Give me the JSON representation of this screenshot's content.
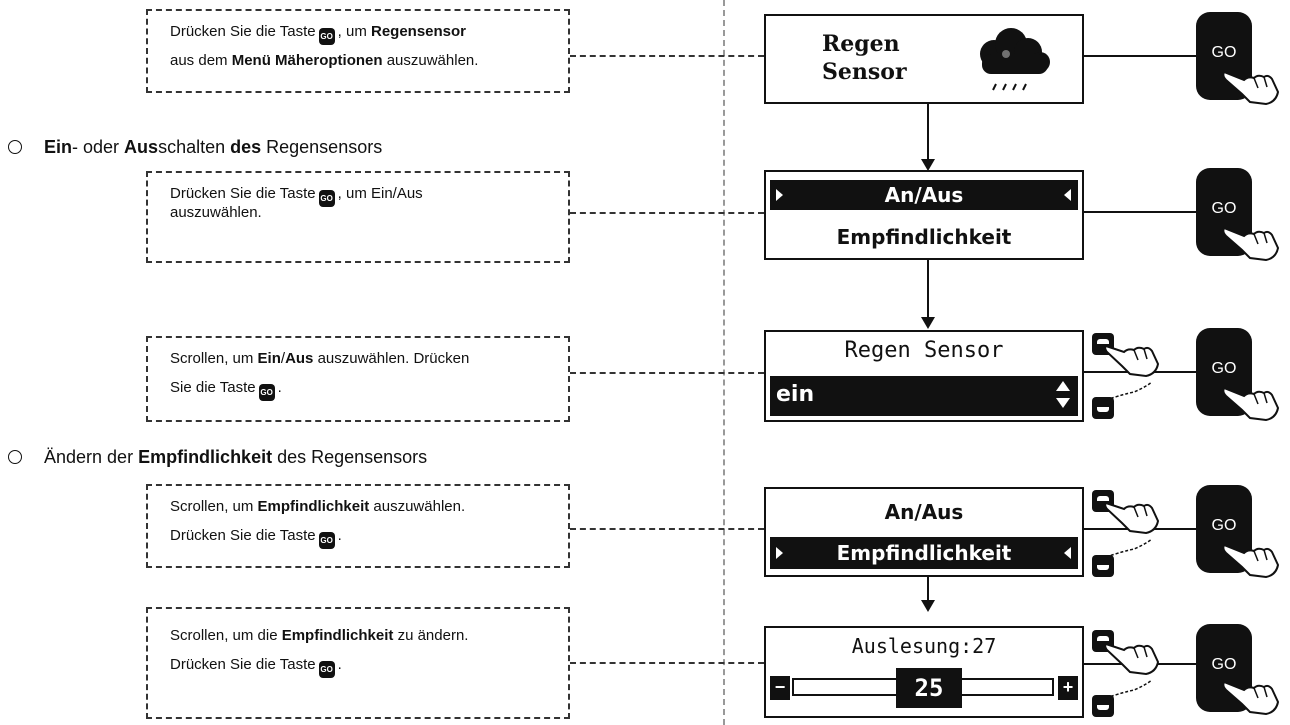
{
  "callouts": {
    "c1": {
      "pre": "Drücken Sie die Taste",
      "mid": ", um ",
      "bold1": "Regensensor",
      "l2pre": "aus dem ",
      "bold2": "Menü Mäheroptionen",
      "l2post": " auszuwählen."
    },
    "c2": {
      "pre": "Drücken Sie die Taste",
      "post": ", um Ein/Aus",
      "l2": "auszuwählen."
    },
    "c3": {
      "pre": "Scrollen, um ",
      "bold": "Ein",
      "slash": "/",
      "bold2": "Aus",
      "post": " auszuwählen. Drücken",
      "l2pre": "Sie die Taste",
      "l2post": "."
    },
    "c4": {
      "pre": "Scrollen, um ",
      "bold": "Empfindlichkeit",
      "post": " auszuwählen.",
      "l2pre": "Drücken Sie die Taste",
      "l2post": "."
    },
    "c5": {
      "pre": "Scrollen, um die ",
      "bold": "Empfindlichkeit",
      "post": " zu ändern.",
      "l2pre": "Drücken Sie die Taste",
      "l2post": "."
    }
  },
  "go_label": "GO",
  "headings": {
    "h1": {
      "b1": "Ein",
      "t1": "- oder ",
      "b2": "Aus",
      "t2": "schalten ",
      "b3": "des",
      "t3": " Regensensors"
    },
    "h2": {
      "t1": "Ändern der ",
      "b1": "Empfindlichkeit",
      "t2": " des Regensensors"
    }
  },
  "screens": {
    "s1": {
      "line1": "Regen",
      "line2": "Sensor"
    },
    "s2": {
      "selected": "An/Aus",
      "other": "Empfindlichkeit"
    },
    "s3": {
      "title": "Regen Sensor",
      "value": "ein"
    },
    "s4": {
      "other": "An/Aus",
      "selected": "Empfindlichkeit"
    },
    "s5": {
      "reading": "Auslesung:27",
      "value": "25",
      "minus": "−",
      "plus": "+"
    }
  },
  "icons": {
    "rain": "rain-cloud-icon",
    "hand": "pointing-hand-icon",
    "up": "arrow-up-icon",
    "down": "arrow-down-icon"
  }
}
